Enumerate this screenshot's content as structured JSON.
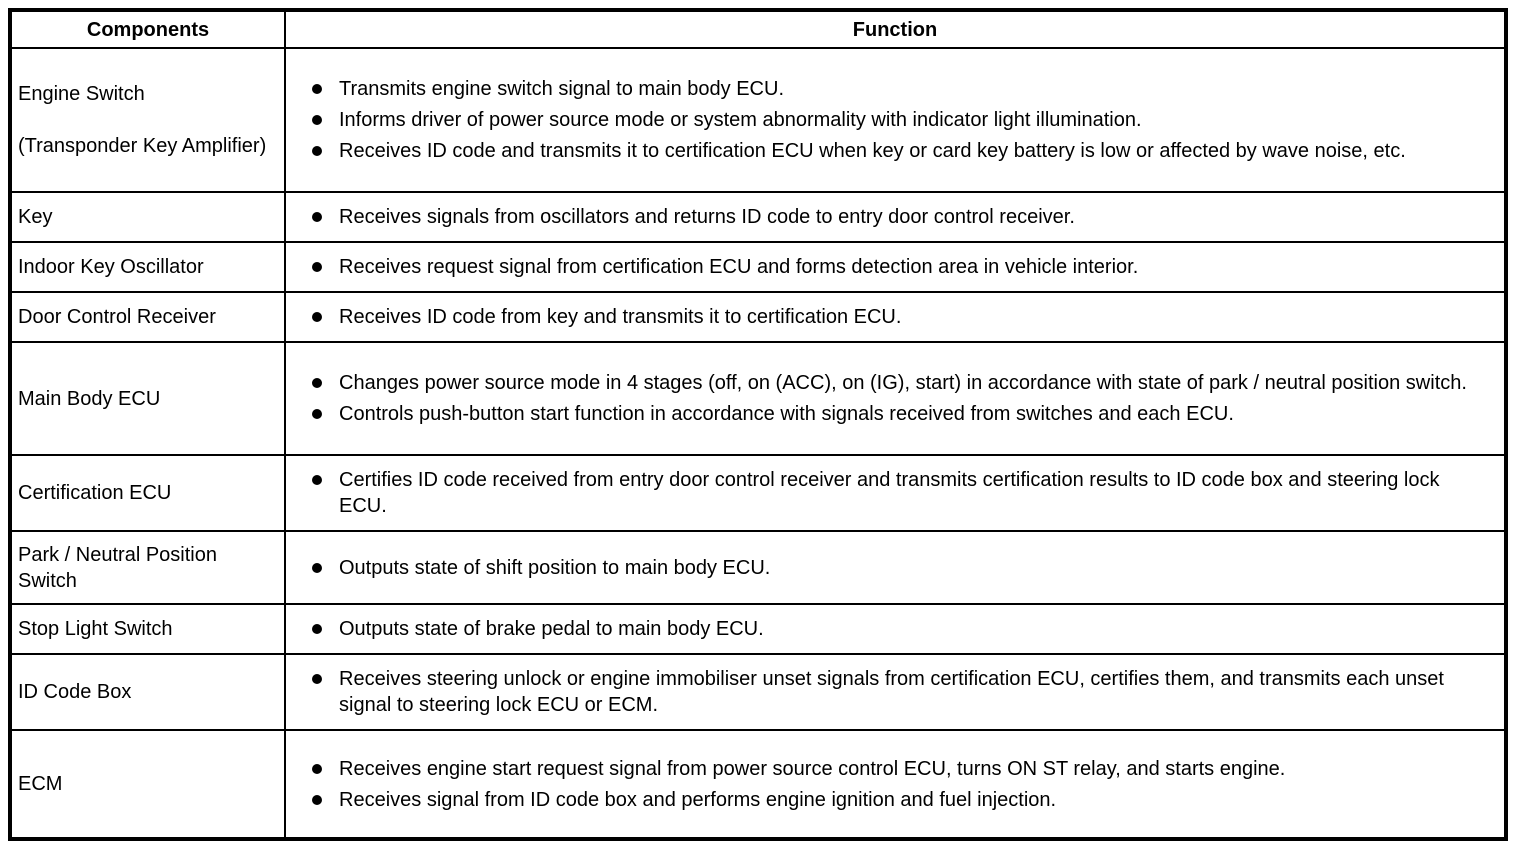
{
  "table": {
    "headers": {
      "components": "Components",
      "function": "Function"
    },
    "rows": [
      {
        "component": "Engine Switch",
        "component_note": "(Transponder Key Amplifier)",
        "functions": [
          "Transmits engine switch signal to main body ECU.",
          "Informs driver of power source mode or system abnormality with indicator light illumination.",
          "Receives ID code and transmits it to certification ECU when key or card key battery is low or affected by wave noise, etc."
        ]
      },
      {
        "component": "Key",
        "functions": [
          "Receives signals from oscillators and returns ID code to entry door control receiver."
        ]
      },
      {
        "component": "Indoor Key Oscillator",
        "functions": [
          "Receives request signal from certification ECU and forms detection area in vehicle interior."
        ]
      },
      {
        "component": "Door Control Receiver",
        "functions": [
          "Receives ID code from key and transmits it to certification ECU."
        ]
      },
      {
        "component": "Main Body ECU",
        "functions": [
          "Changes power source mode in 4 stages (off, on (ACC), on (IG), start) in accordance with state of park / neutral position switch.",
          "Controls push-button start function in accordance with signals received from switches and each ECU."
        ]
      },
      {
        "component": "Certification ECU",
        "functions": [
          "Certifies ID code received from entry door control receiver and transmits certification results to ID code box and steering lock ECU."
        ]
      },
      {
        "component": "Park / Neutral Position Switch",
        "functions": [
          "Outputs state of shift position to main body ECU."
        ]
      },
      {
        "component": "Stop Light Switch",
        "functions": [
          "Outputs state of brake pedal to main body ECU."
        ]
      },
      {
        "component": "ID Code Box",
        "functions": [
          "Receives steering unlock or engine immobiliser unset signals from certification ECU, certifies them, and transmits each unset signal to steering lock ECU or ECM."
        ]
      },
      {
        "component": "ECM",
        "functions": [
          "Receives engine start request signal from power source control ECU, turns ON ST relay, and starts engine.",
          "Receives signal from ID code box and performs engine ignition and fuel injection."
        ]
      }
    ]
  }
}
